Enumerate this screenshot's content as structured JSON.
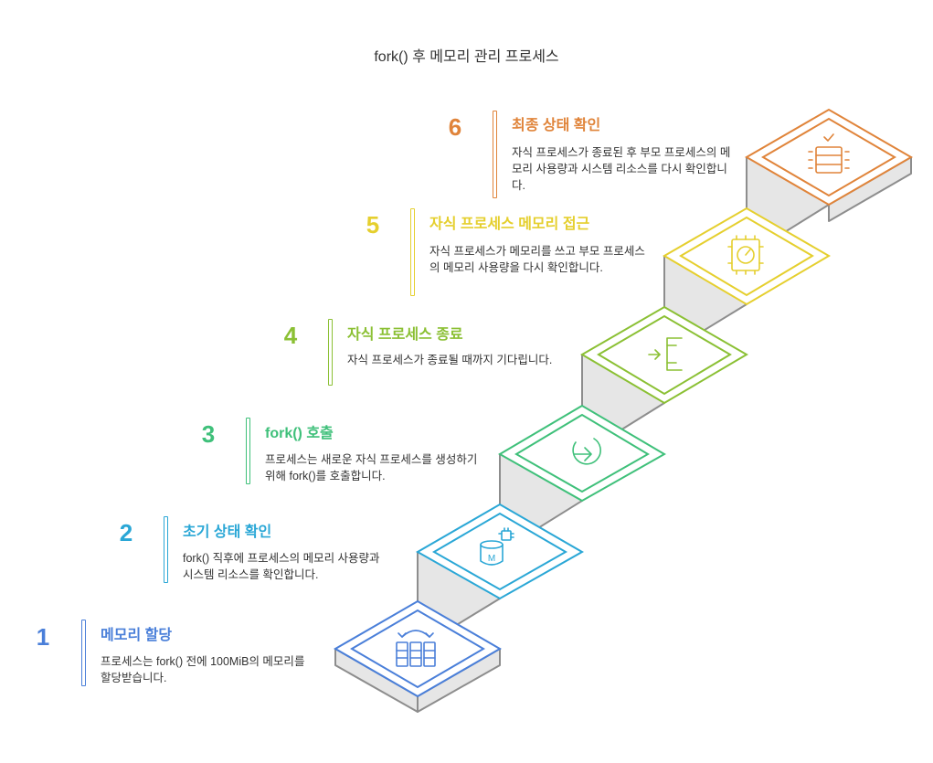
{
  "title": "fork() 후 메모리 관리 프로세스",
  "steps": [
    {
      "number": "1",
      "heading": "메모리 할당",
      "description": "프로세스는 fork() 전에 100MiB의 메모리를 할당받습니다.",
      "color": "#4a7fd9",
      "icon": "memory-transfer-icon"
    },
    {
      "number": "2",
      "heading": "초기 상태 확인",
      "description": "fork() 직후에 프로세스의 메모리 사용량과 시스템 리소스를 확인합니다.",
      "color": "#2aa7d6",
      "icon": "database-chip-icon"
    },
    {
      "number": "3",
      "heading": "fork() 호출",
      "description": "프로세스는 새로운 자식 프로세스를 생성하기 위해 fork()를 호출합니다.",
      "color": "#3fc07a",
      "icon": "arrow-circle-icon"
    },
    {
      "number": "4",
      "heading": "자식 프로세스 종료",
      "description": "자식 프로세스가 종료될 때까지 기다립니다.",
      "color": "#8bc034",
      "icon": "exit-bracket-icon"
    },
    {
      "number": "5",
      "heading": "자식 프로세스 메모리 접근",
      "description": "자식 프로세스가 메모리를 쓰고 부모 프로세스의 메모리 사용량을 다시 확인합니다.",
      "color": "#e5cf2e",
      "icon": "cpu-chip-icon"
    },
    {
      "number": "6",
      "heading": "최종 상태 확인",
      "description": "자식 프로세스가 종료된 후 부모 프로세스의 메모리 사용량과 시스템 리소스를 다시 확인합니다.",
      "color": "#e0843a",
      "icon": "checked-database-icon"
    }
  ]
}
